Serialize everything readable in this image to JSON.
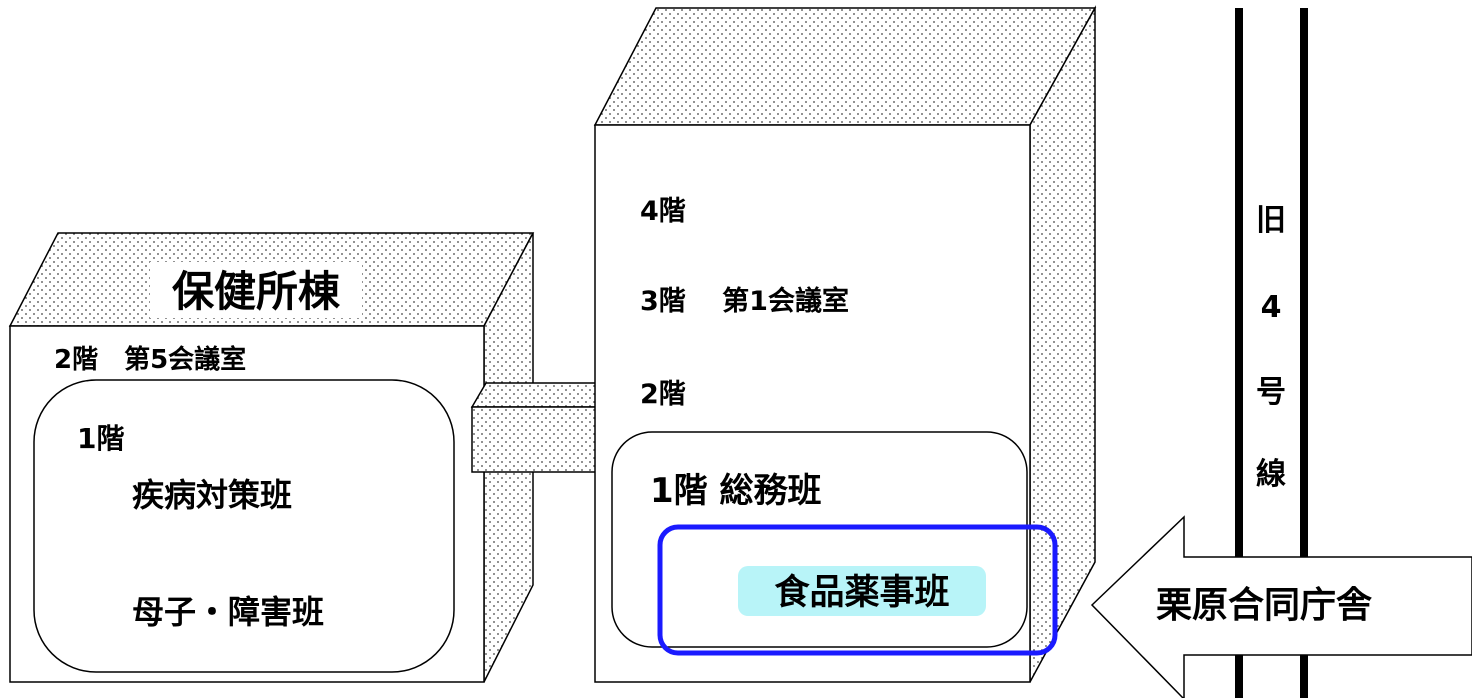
{
  "health_center_building": {
    "title": "保健所棟",
    "floor2_label": "2階　第5会議室",
    "floor1_label": "1階",
    "floor1_teams": [
      "疾病対策班",
      "母子・障害班"
    ]
  },
  "main_building": {
    "floor4_label": "4階",
    "floor3_label": "3階　 第1会議室",
    "floor2_label": "2階",
    "floor1_label": "1階  総務班",
    "highlighted_team": "食品薬事班"
  },
  "road": {
    "chars": [
      "旧",
      "4",
      "号",
      "線"
    ]
  },
  "entrance_arrow": {
    "label": "栗原合同庁舎"
  },
  "colors": {
    "highlight_border": "#1a1aff",
    "highlight_fill": "#b8f4f8"
  }
}
